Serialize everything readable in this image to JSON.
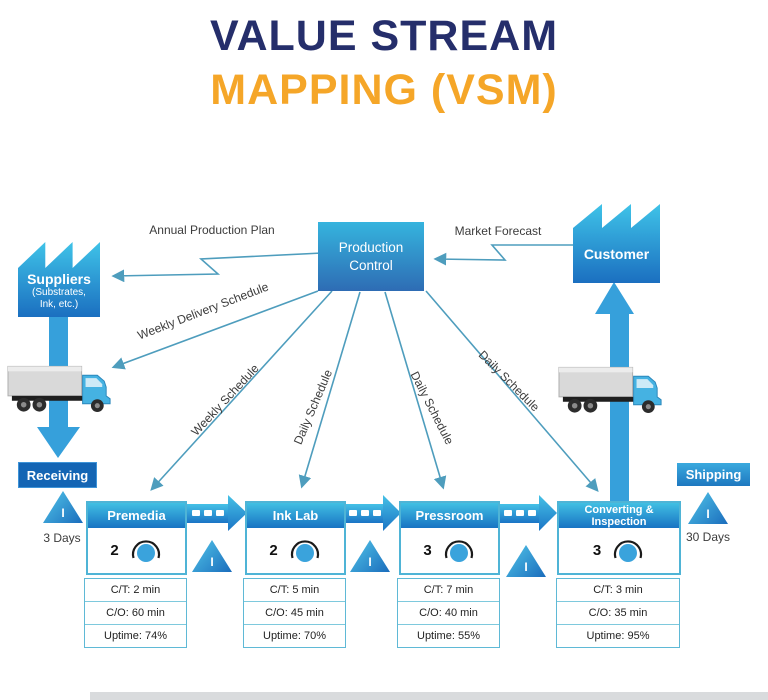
{
  "title": {
    "line1": "VALUE STREAM",
    "line2": "MAPPING (VSM)"
  },
  "colors": {
    "title_navy": "#252e6b",
    "title_orange": "#f5a628",
    "node_gradient_top": "#41bfe3",
    "node_gradient_bottom": "#1b72c2",
    "flow_line": "#4e9dbd",
    "material_bar": "#36a0db",
    "receiving_bg": "#1465b4"
  },
  "suppliers": {
    "label": "Suppliers",
    "subline1": "(Substrates,",
    "subline2": "Ink, etc.)"
  },
  "production_control": {
    "line1": "Production",
    "line2": "Control"
  },
  "customer": {
    "label": "Customer"
  },
  "flows": {
    "annual_plan": "Annual Production Plan",
    "market_forecast": "Market Forecast",
    "weekly_delivery": "Weekly Delivery Schedule",
    "weekly_schedule": "Weekly Schedule",
    "daily_schedule_1": "Daily Schedule",
    "daily_schedule_2": "Daily Schedule",
    "daily_schedule_3": "Daily Schedule"
  },
  "receiving": {
    "label": "Receiving",
    "inventory": "I",
    "days": "3 Days"
  },
  "shipping": {
    "label": "Shipping",
    "inventory": "I",
    "days": "30 Days"
  },
  "buffers": {
    "b1": "I",
    "b2": "I",
    "b3": "I"
  },
  "processes": [
    {
      "name": "Premedia",
      "operators": "2",
      "ct": "C/T: 2 min",
      "co": "C/O: 60 min",
      "uptime": "Uptime: 74%"
    },
    {
      "name": "Ink Lab",
      "operators": "2",
      "ct": "C/T: 5 min",
      "co": "C/O: 45 min",
      "uptime": "Uptime: 70%"
    },
    {
      "name": "Pressroom",
      "operators": "3",
      "ct": "C/T: 7 min",
      "co": "C/O: 40 min",
      "uptime": "Uptime: 55%"
    },
    {
      "name_line1": "Converting &",
      "name_line2": "Inspection",
      "operators": "3",
      "ct": "C/T: 3 min",
      "co": "C/O: 35 min",
      "uptime": "Uptime: 95%"
    }
  ]
}
